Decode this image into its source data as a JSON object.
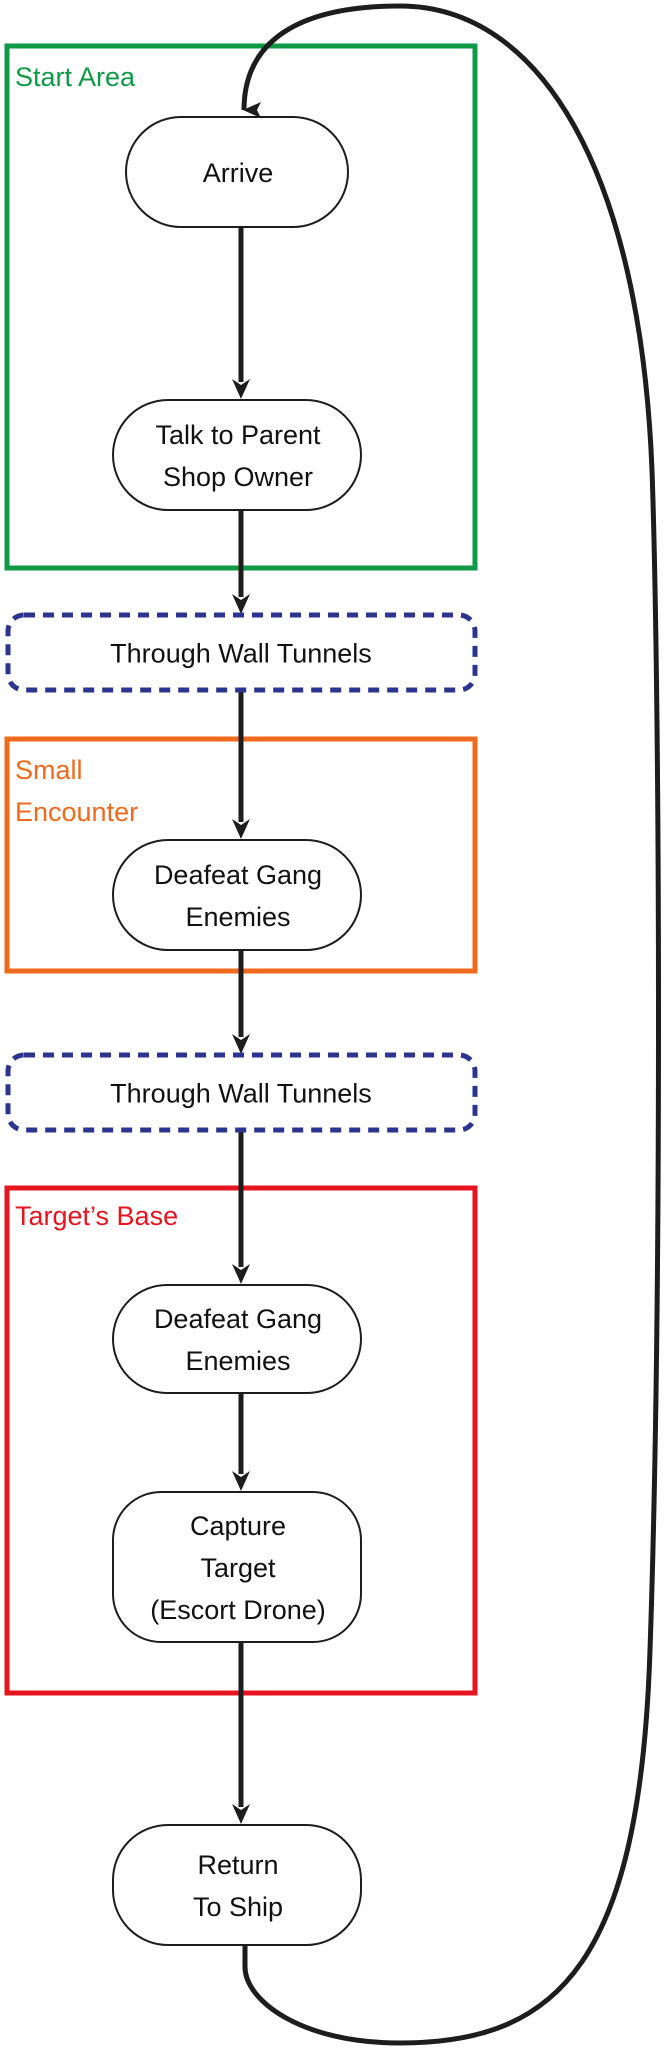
{
  "title": "Mission flow",
  "colors": {
    "start_area": "#0f9a46",
    "small_encounter": "#ef6a1c",
    "targets_base": "#e5141f",
    "transition": "#2b3590",
    "arrow": "#1d1d1d",
    "node_stroke": "#1d1d1d"
  },
  "groups": [
    {
      "id": "start-area",
      "label_lines": [
        "Start Area"
      ],
      "color_key": "start_area"
    },
    {
      "id": "small-encounter",
      "label_lines": [
        "Small",
        "Encounter"
      ],
      "color_key": "small_encounter"
    },
    {
      "id": "targets-base",
      "label_lines": [
        "Target’s Base"
      ],
      "color_key": "targets_base"
    }
  ],
  "transitions": [
    {
      "id": "tunnels-1",
      "label": "Through Wall Tunnels"
    },
    {
      "id": "tunnels-2",
      "label": "Through Wall Tunnels"
    }
  ],
  "nodes": [
    {
      "id": "arrive",
      "lines": [
        "Arrive"
      ]
    },
    {
      "id": "talk-to-parent",
      "lines": [
        "Talk to Parent",
        "Shop Owner"
      ]
    },
    {
      "id": "defeat-gang-1",
      "lines": [
        "Deafeat Gang",
        "Enemies"
      ]
    },
    {
      "id": "defeat-gang-2",
      "lines": [
        "Deafeat Gang",
        "Enemies"
      ]
    },
    {
      "id": "capture-target",
      "lines": [
        "Capture",
        "Target",
        "(Escort Drone)"
      ]
    },
    {
      "id": "return-to-ship",
      "lines": [
        "Return",
        "To Ship"
      ]
    }
  ],
  "edges": [
    {
      "from": "arrive",
      "to": "talk-to-parent"
    },
    {
      "from": "talk-to-parent",
      "to": "tunnels-1"
    },
    {
      "from": "tunnels-1",
      "to": "defeat-gang-1"
    },
    {
      "from": "defeat-gang-1",
      "to": "tunnels-2"
    },
    {
      "from": "tunnels-2",
      "to": "defeat-gang-2"
    },
    {
      "from": "defeat-gang-2",
      "to": "capture-target"
    },
    {
      "from": "capture-target",
      "to": "return-to-ship"
    },
    {
      "from": "return-to-ship",
      "to": "arrive",
      "kind": "loop"
    }
  ]
}
